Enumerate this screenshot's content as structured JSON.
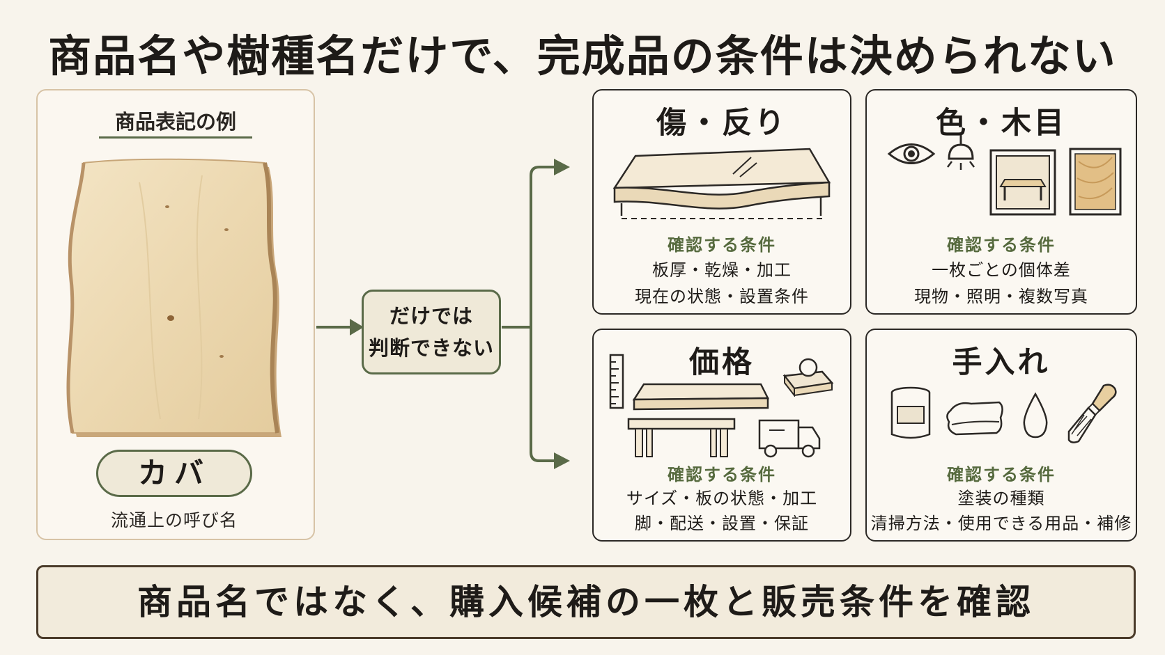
{
  "title": "商品名や樹種名だけで、完成品の条件は決められない",
  "left": {
    "heading": "商品表記の例",
    "name": "カバ",
    "caption": "流通上の呼び名"
  },
  "middle": {
    "line1": "だけでは",
    "line2": "判断できない"
  },
  "cards": [
    {
      "title": "傷・反り",
      "label": "確認する条件",
      "line1": "板厚・乾燥・加工",
      "line2": "現在の状態・設置条件"
    },
    {
      "title": "色・木目",
      "label": "確認する条件",
      "line1": "一枚ごとの個体差",
      "line2": "現物・照明・複数写真"
    },
    {
      "title": "価格",
      "label": "確認する条件",
      "line1": "サイズ・板の状態・加工",
      "line2": "脚・配送・設置・保証"
    },
    {
      "title": "手入れ",
      "label": "確認する条件",
      "line1": "塗装の種類",
      "line2": "清掃方法・使用できる用品・補修"
    }
  ],
  "bottom": "商品名ではなく、購入候補の一枚と販売条件を確認",
  "colors": {
    "accent_green": "#566a3e",
    "background": "#f8f4ec",
    "wood": "#eedcb8",
    "border_dark": "#2b2825"
  }
}
